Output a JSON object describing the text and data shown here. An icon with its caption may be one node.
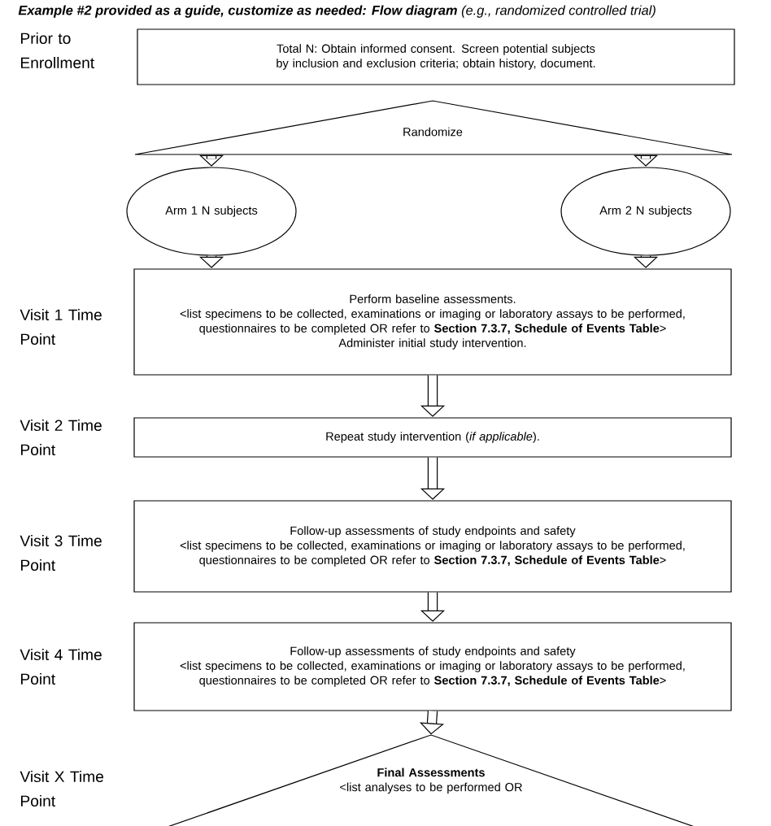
{
  "diagram": {
    "title": "**Example #2 provided as a guide, customize as needed: Flow diagram** (e.g., randomized controlled trial)",
    "nodes": [
      {
        "text": [
          "Total N:  Obtain informed consent. Screen potential subjects by inclusion and exclusion criteria; obtain history, document."
        ]
      },
      {
        "text": [
          "Randomize"
        ]
      },
      {
        "text": [
          "Arm 1 N subjects"
        ]
      },
      {
        "text": [
          "Arm 2 N subjects"
        ]
      },
      {
        "text": [
          "Perform baseline assessments.",
          "<list specimens to be collected, examinations or imaging or laboratory assays to be performed, questionnaires to be completed OR refer to **Section 7.3.7, Schedule of Events Table**>",
          "Administer initial study intervention."
        ]
      },
      {
        "text": [
          "Repeat study intervention (*if applicable*)."
        ]
      },
      {
        "text": [
          "Follow-up assessments of study endpoints and safety",
          "<list specimens to be collected, examinations or imaging or laboratory assays to be performed, questionnaires to be completed OR refer to **Section 7.3.7, Schedule of Events Table**>"
        ]
      },
      {
        "text": [
          "Follow-up assessments of study endpoints and safety",
          "<list specimens to be collected, examinations or imaging or laboratory assays to be performed, questionnaires to be completed OR refer to **Section 7.3.7, Schedule of Events Table**>"
        ]
      },
      {
        "text": [
          "Final Assessments",
          "<list analyses to be performed OR"
        ]
      }
    ],
    "edges": [
      {
        "from": 1,
        "to": 2,
        "arrow": "to"
      },
      {
        "from": 1,
        "to": 3,
        "arrow": "to"
      },
      {
        "from": 2,
        "to": 4,
        "arrow": "to"
      },
      {
        "from": 3,
        "to": 4,
        "arrow": "to"
      },
      {
        "from": 4,
        "to": 5,
        "arrow": "to"
      },
      {
        "from": 5,
        "to": 6,
        "arrow": "to"
      },
      {
        "from": 6,
        "to": 7,
        "arrow": "to"
      },
      {
        "from": 7,
        "to": 8,
        "arrow": "to"
      }
    ],
    "labels": [
      "Prior to Enrollment",
      "Visit 1 Time Point",
      "Visit 2 Time Point",
      "Visit 3 Time Point",
      "Visit 4 Time Point",
      "Visit X Time Point"
    ]
  }
}
